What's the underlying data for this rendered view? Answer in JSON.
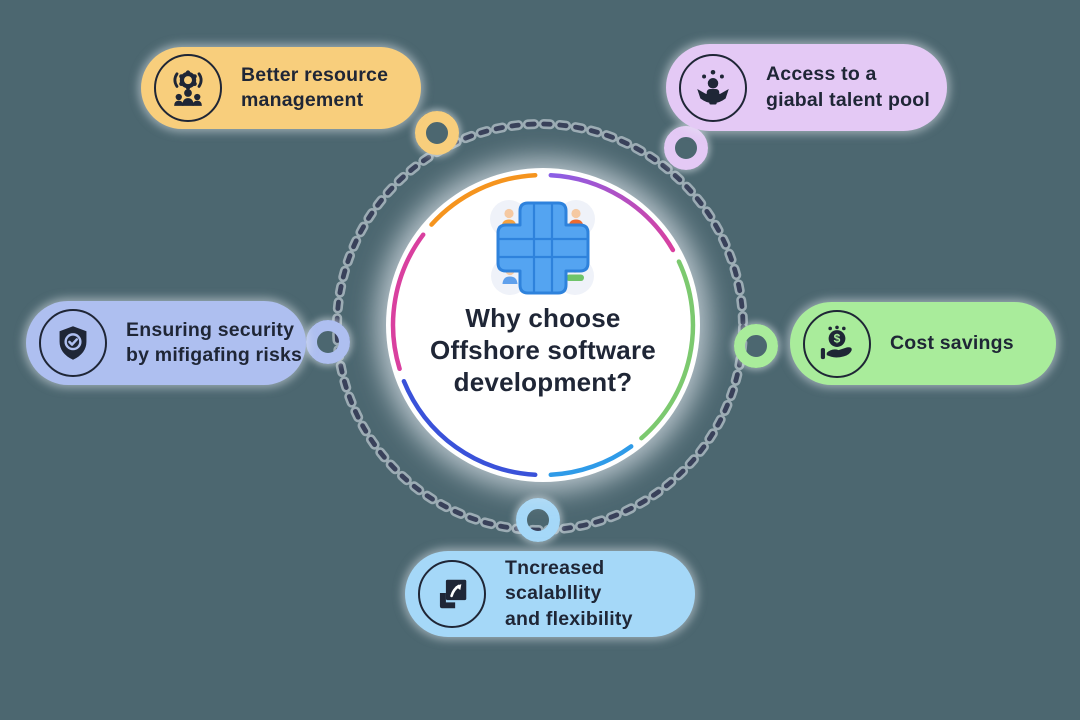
{
  "background_color": "#4C6770",
  "text_color": "#1F2636",
  "center": {
    "title": "Why choose\nOffshore software\ndevelopment?",
    "illustration": "global-team-network"
  },
  "items": [
    {
      "label": "Better resource\nmanagement",
      "color": "#F8CE7C",
      "icon": "team-gear-icon",
      "position": "top-left"
    },
    {
      "label": "Access to a\ngiabal talent pool",
      "color": "#E4C9F5",
      "icon": "talent-pool-icon",
      "position": "top-right"
    },
    {
      "label": "Ensuring security\nby mifigafing risks",
      "color": "#AEBFF0",
      "icon": "shield-check-icon",
      "position": "left"
    },
    {
      "label": "Cost savings",
      "color": "#A9EC9B",
      "icon": "money-hand-icon",
      "position": "right"
    },
    {
      "label": "Tncreased scalabllity\nand flexibility",
      "color": "#A5D8F8",
      "icon": "expand-arrows-icon",
      "position": "bottom"
    }
  ],
  "hub_arc_colors": {
    "orange": "#F5941E",
    "purple": "#8A5FE6",
    "magenta": "#D9409F",
    "green": "#7CC96F",
    "light_blue": "#2F9BE8",
    "indigo": "#3A52D9"
  },
  "dashed_circle_color": "#39415A",
  "coin_symbol": "$"
}
